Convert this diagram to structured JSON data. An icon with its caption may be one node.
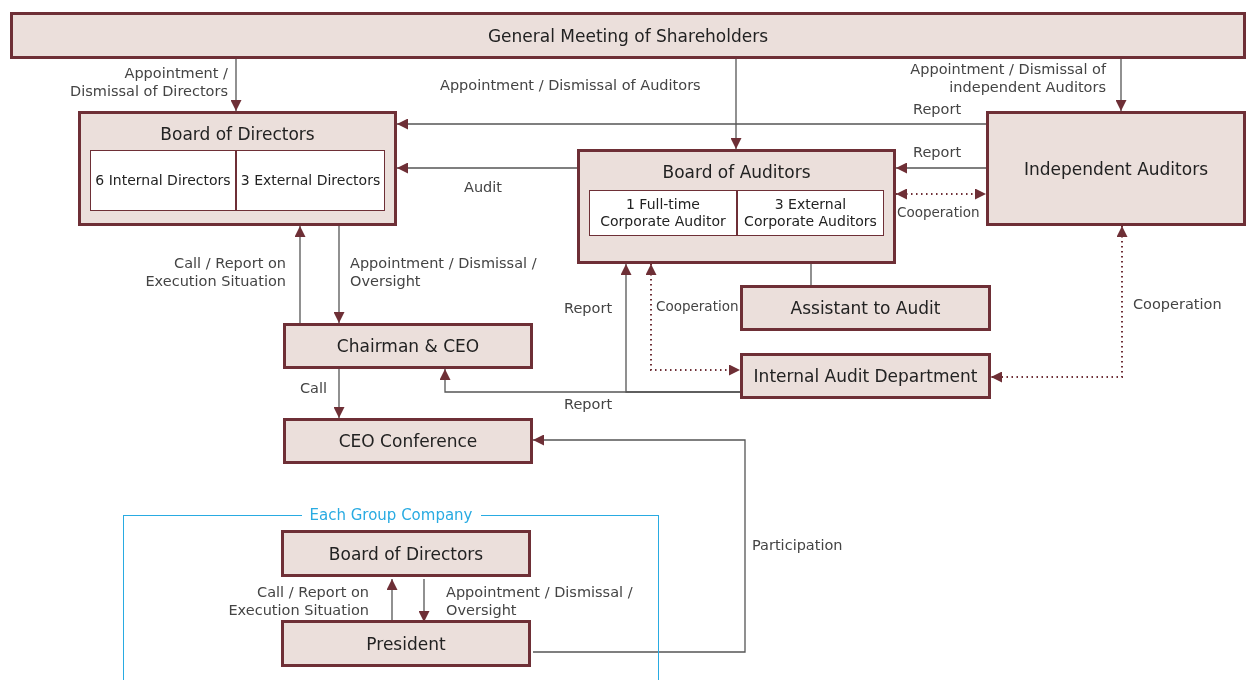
{
  "diagram": {
    "nodes": [
      {
        "text": [
          "General Meeting of Shareholders"
        ]
      },
      {
        "text": [
          "Board of Directors"
        ]
      },
      {
        "text": [
          "6 Internal Directors"
        ],
        "in": 1
      },
      {
        "text": [
          "3 External Directors"
        ],
        "in": 1
      },
      {
        "text": [
          "Board of Auditors"
        ]
      },
      {
        "text": [
          "1 Full-time Corporate Auditor"
        ],
        "in": 4
      },
      {
        "text": [
          "3 External Corporate Auditors"
        ],
        "in": 4
      },
      {
        "text": [
          "Independent Auditors"
        ]
      },
      {
        "text": [
          "Chairman & CEO"
        ]
      },
      {
        "text": [
          "Assistant to Audit"
        ]
      },
      {
        "text": [
          "Internal Audit Department"
        ]
      },
      {
        "text": [
          "CEO Conference"
        ]
      },
      {
        "text": [
          "Each Group Company"
        ]
      },
      {
        "text": [
          "Board of Directors"
        ],
        "in": 12
      },
      {
        "text": [
          "President"
        ],
        "in": 12
      }
    ],
    "edges": [
      {
        "from": 0,
        "to": 1,
        "arrow": "to",
        "label": "Appointment / Dismissal of Directors"
      },
      {
        "from": 0,
        "to": 4,
        "arrow": "to",
        "label": "Appointment / Dismissal of Auditors"
      },
      {
        "from": 0,
        "to": 7,
        "arrow": "to",
        "label": "Appointment / Dismissal of independent Auditors"
      },
      {
        "from": 7,
        "to": 1,
        "arrow": "to",
        "label": "Report"
      },
      {
        "from": 4,
        "to": 1,
        "arrow": "to",
        "label": "Audit"
      },
      {
        "from": 7,
        "to": 4,
        "arrow": "to",
        "label": "Report"
      },
      {
        "from": 4,
        "to": 7,
        "arrow": "both",
        "label": "Cooperation",
        "style": "dashed"
      },
      {
        "from": 8,
        "to": 1,
        "arrow": "to",
        "label": "Call / Report on Execution Situation"
      },
      {
        "from": 1,
        "to": 8,
        "arrow": "to",
        "label": "Appointment / Dismissal / Oversight"
      },
      {
        "from": 4,
        "to": 9,
        "arrow": "none"
      },
      {
        "from": 10,
        "to": 4,
        "arrow": "to",
        "label": "Report"
      },
      {
        "from": 10,
        "to": 8,
        "arrow": "to",
        "label": "Report"
      },
      {
        "from": 4,
        "to": 10,
        "arrow": "both",
        "label": "Cooperation",
        "style": "dashed"
      },
      {
        "from": 7,
        "to": 10,
        "arrow": "both",
        "label": "Cooperation",
        "style": "dashed"
      },
      {
        "from": 8,
        "to": 11,
        "arrow": "to",
        "label": "Call"
      },
      {
        "from": 14,
        "to": 11,
        "arrow": "to",
        "label": "Participation"
      },
      {
        "from": 14,
        "to": 13,
        "arrow": "to",
        "label": "Call / Report on Execution Situation"
      },
      {
        "from": 13,
        "to": 14,
        "arrow": "to",
        "label": "Appointment / Dismissal / Oversight"
      }
    ]
  }
}
